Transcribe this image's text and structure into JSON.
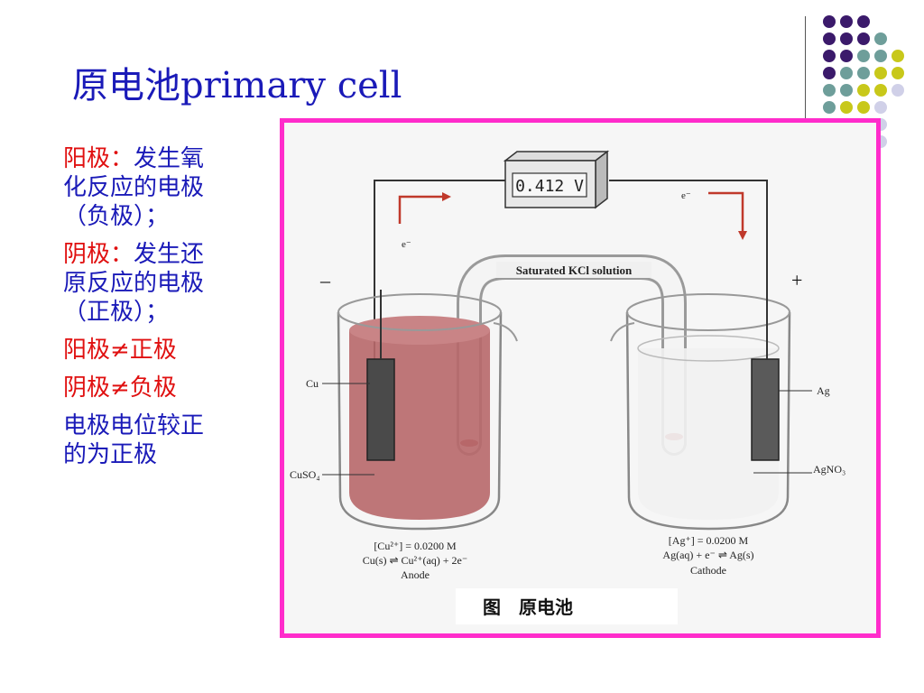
{
  "slide": {
    "title": "原电池primary cell",
    "notes": [
      {
        "label": "阳极：",
        "text": "发生氧化反应的电极（负极）；"
      },
      {
        "label": "阴极：",
        "text": "发生还原反应的电极（正极）；"
      },
      {
        "text": "阳极≠正极"
      },
      {
        "text": "阴极≠负极"
      },
      {
        "text": "电极电位较正的为正极"
      }
    ]
  },
  "figure": {
    "voltmeter_reading": "0.412 V",
    "salt_bridge_label": "Saturated KCl solution",
    "electron_left": "e⁻",
    "electron_right": "e⁻",
    "minus_terminal": "–",
    "plus_terminal": "+",
    "left": {
      "metal_label": "Cu",
      "solution_label": "CuSO₄",
      "concentration": "[Cu²⁺] = 0.0200 M",
      "reaction": "Cu(s) ⇌ Cu²⁺(aq) + 2e⁻",
      "electrode_name": "Anode"
    },
    "right": {
      "metal_label": "Ag",
      "solution_label": "AgNO₃",
      "concentration": "[Ag⁺] = 0.0200 M",
      "reaction": "Ag(aq) + e⁻ ⇌ Ag(s)",
      "electrode_name": "Cathode"
    },
    "caption": "图　原电池"
  },
  "colors": {
    "title_blue": "#1a1ab8",
    "label_red": "#e01010",
    "frame_magenta": "#ff2ccb",
    "solution_red": "#b8686a",
    "dot_purple": "#3b1a6b",
    "dot_teal": "#6e9e9a",
    "dot_yellow": "#c8c81a",
    "dot_lavender": "#d0d0e8"
  }
}
